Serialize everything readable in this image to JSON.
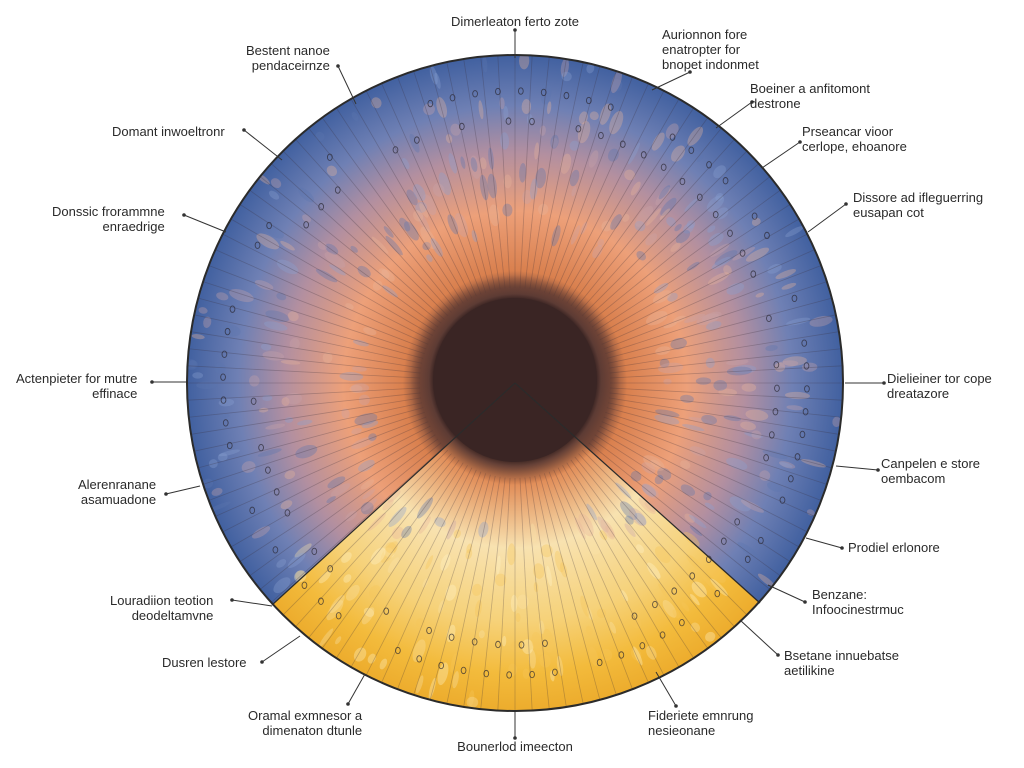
{
  "colors": {
    "outer_blue": "#3f5f9f",
    "mid_orange": "#e8966a",
    "inner_orange": "#d9804e",
    "pupil": "#3a2524",
    "pupil_ring": "#5a3a34",
    "gold": "#f2b632",
    "cream": "#f8e7b0",
    "outline": "#2b2b2b",
    "leader": "#333333"
  },
  "labels": [
    {
      "id": "top",
      "lines": [
        "Dimerleaton ferto zote"
      ]
    },
    {
      "id": "top-right-1",
      "lines": [
        "Aurionnon fore",
        "enatropter for",
        "bnopet indonmet"
      ]
    },
    {
      "id": "top-right-2",
      "lines": [
        "Boeiner a anfitomont",
        "destrone"
      ]
    },
    {
      "id": "top-right-3",
      "lines": [
        "Prseancar vioor",
        "cerlope, ehoanore"
      ]
    },
    {
      "id": "right-1",
      "lines": [
        "Dissore ad ifleguerring",
        "eusapan cot"
      ]
    },
    {
      "id": "right-2",
      "lines": [
        "Dielieiner tor cope",
        "dreatazore"
      ]
    },
    {
      "id": "right-3",
      "lines": [
        "Canpelen e store",
        "oembacom"
      ]
    },
    {
      "id": "right-4",
      "lines": [
        "Prodiel erlonore"
      ]
    },
    {
      "id": "bottom-right-1",
      "lines": [
        "Benzane:",
        "Infoocinestrmuc"
      ]
    },
    {
      "id": "bottom-right-2",
      "lines": [
        "Bsetane innuebatse",
        "aetilikine"
      ]
    },
    {
      "id": "bottom-right-3",
      "lines": [
        "Fideriete emnrung",
        "nesieonane"
      ]
    },
    {
      "id": "bottom",
      "lines": [
        "Bounerlod imeecton"
      ]
    },
    {
      "id": "bottom-left-1",
      "lines": [
        "Oramal exmnesor a",
        "dimenaton dtunle"
      ]
    },
    {
      "id": "bottom-left-2",
      "lines": [
        "Dusren lestore"
      ]
    },
    {
      "id": "left-1",
      "lines": [
        "Louradiion teotion",
        "deodeltamvne"
      ]
    },
    {
      "id": "left-2",
      "lines": [
        "Alerenranane",
        "asamuadone"
      ]
    },
    {
      "id": "left-3",
      "lines": [
        "Actenpieter for mutre",
        "effinace"
      ]
    },
    {
      "id": "left-4",
      "lines": [
        "Donssic frorammne",
        "enraedrige"
      ]
    },
    {
      "id": "left-5",
      "lines": [
        "Domant inwoeltronr"
      ]
    },
    {
      "id": "top-left",
      "lines": [
        "Bestent nanoe",
        "pendaceirnze"
      ]
    }
  ]
}
